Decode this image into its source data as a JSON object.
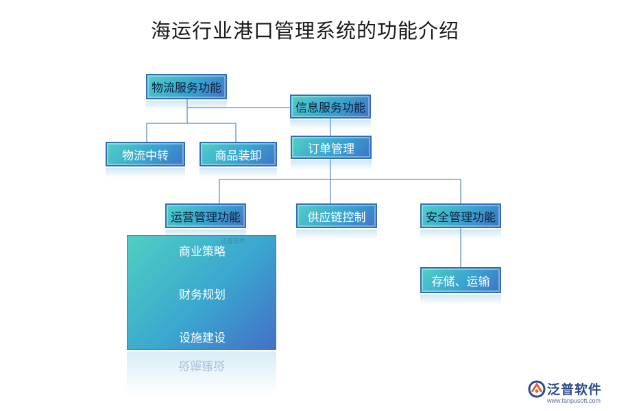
{
  "title": "海运行业港口管理系统的功能介绍",
  "nodes": {
    "logistics_service": "物流服务功能",
    "info_service": "信息服务功能",
    "logistics_transfer": "物流中转",
    "goods_loading": "商品装卸",
    "order_management": "订单管理",
    "operation_management": "运营管理功能",
    "supply_chain_control": "供应链控制",
    "security_management": "安全管理功能",
    "storage_transport": "存储、运输"
  },
  "operation_items": [
    "商业策略",
    "财务规划",
    "设施建设"
  ],
  "panel_watermark": "泛普软件",
  "logo": {
    "name": "泛普软件",
    "url": "www.fanpusoft.com"
  },
  "colors": {
    "line": "#2f6fb8",
    "node_border": "#2f6fb8",
    "gradient_start": "#4fd0c6",
    "gradient_end": "#3f74c7"
  }
}
